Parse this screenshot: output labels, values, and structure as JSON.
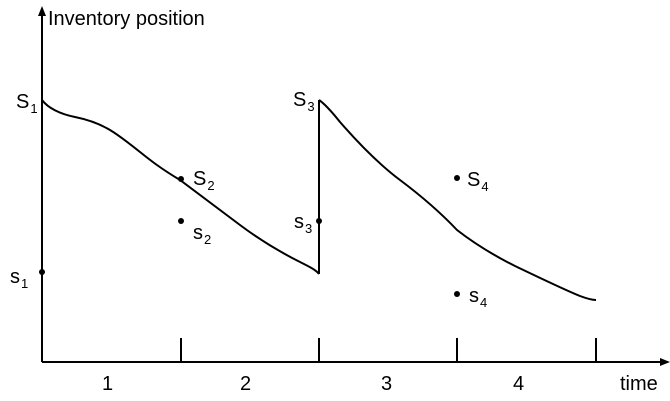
{
  "diagram": {
    "y_axis_label": "Inventory position",
    "x_axis_label": "time",
    "periods": [
      "1",
      "2",
      "3",
      "4"
    ],
    "labels": {
      "S1": {
        "main": "S",
        "sub": "1"
      },
      "s1": {
        "main": "s",
        "sub": "1"
      },
      "S2": {
        "main": "S",
        "sub": "2"
      },
      "s2": {
        "main": "s",
        "sub": "2"
      },
      "S3": {
        "main": "S",
        "sub": "3"
      },
      "s3": {
        "main": "s",
        "sub": "3"
      },
      "S4": {
        "main": "S",
        "sub": "4"
      },
      "s4": {
        "main": "s",
        "sub": "4"
      }
    }
  }
}
